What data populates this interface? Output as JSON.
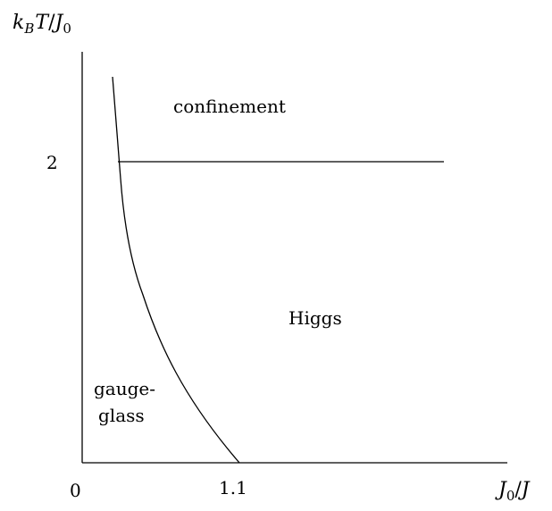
{
  "diagram": {
    "y_axis_label": {
      "k": "k",
      "B": "B",
      "T": "T",
      "slash": "/",
      "J": "J",
      "zero": "0"
    },
    "x_axis_label": {
      "J": "J",
      "zero": "0",
      "slash": "/",
      "J2": "J"
    },
    "origin_label": "0",
    "y_tick_label": "2",
    "x_tick_label": "1.1",
    "regions": {
      "confinement": "confinement",
      "higgs": "Higgs",
      "gauge_glass_line1": "gauge-",
      "gauge_glass_line2": "glass"
    }
  }
}
